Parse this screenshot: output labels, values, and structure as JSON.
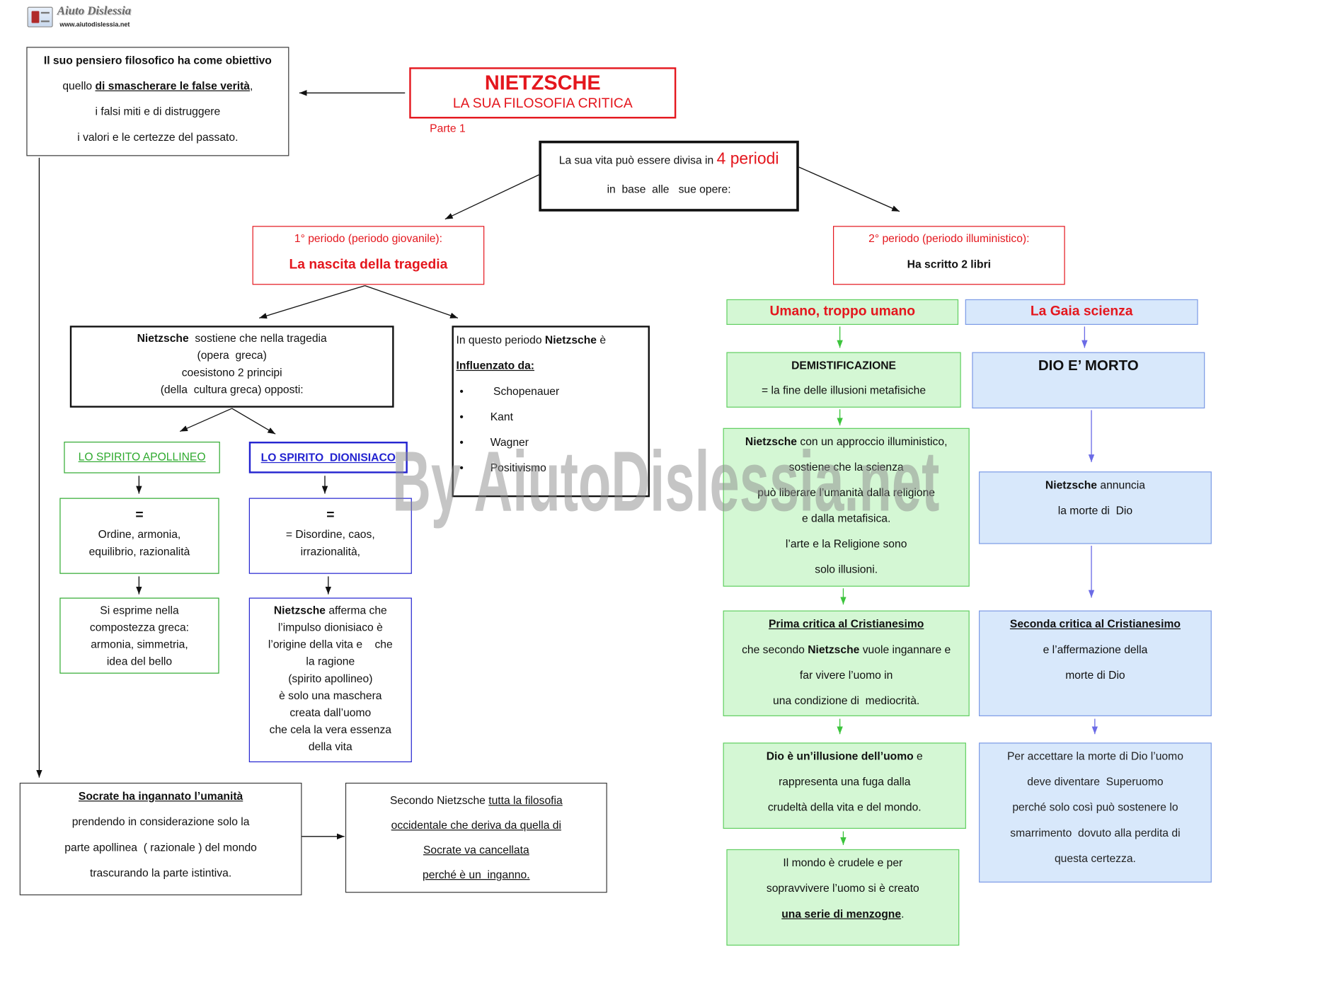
{
  "logo": {
    "name": "Aiuto Dislessia",
    "url": "www.aiutodislessia.net",
    "icon": "book-icon"
  },
  "watermark": "By AiutoDislessia.net",
  "colors": {
    "red": "#e4161d",
    "green_fill": "#d4f7d4",
    "green_border": "#62cf62",
    "blue_fill": "#d8e8fb",
    "blue_border": "#7d9be6",
    "apollineo": "#2faa2f",
    "dionisiaco": "#2323d0",
    "green_arrow": "#3cc43c",
    "blue_arrow": "#6b6be6"
  },
  "title": {
    "main": "NIETZSCHE",
    "subtitle": "LA SUA FILOSOFIA CRITICA",
    "part": "Parte 1"
  },
  "objective": {
    "line1": "Il suo pensiero filosofico ha come obiettivo",
    "line2_pre": "quello ",
    "line2_emph": "di smascherare le false verità",
    "line2_post": ",",
    "line3": "i falsi miti e di distruggere",
    "line4": "i valori e le certezze del passato."
  },
  "periods": {
    "line1_pre": "La sua vita può essere divisa in ",
    "line1_emph": "4 periodi",
    "line2": "in  base  alle   sue opere:"
  },
  "period1": {
    "heading": "1° periodo (periodo giovanile):",
    "title": "La nascita della tragedia"
  },
  "period2": {
    "heading": "2° periodo (periodo illuministico):",
    "title": "Ha scritto 2 libri"
  },
  "tragedy": {
    "line1_bold": "Nietzsche",
    "line1_rest": "  sostiene che nella tragedia",
    "line2": "(opera  greca)",
    "line3": "coesistono 2 principi",
    "line4": "(della  cultura greca) opposti:"
  },
  "influences": {
    "intro_pre": "In questo periodo ",
    "intro_bold": "Nietzsche",
    "intro_post": " è",
    "label": "Influenzato da:",
    "items": [
      " Schopenauer",
      "Kant",
      "Wagner",
      "Positivismo"
    ]
  },
  "apollineo": {
    "title": "LO SPIRITO APOLLINEO",
    "equals": "=",
    "description": [
      "Ordine, armonia,",
      "equilibrio, razionalità"
    ],
    "expression": [
      "Si esprime nella",
      "compostezza greca:",
      "armonia, simmetria,",
      "idea del bello"
    ]
  },
  "dionisiaco": {
    "title": "LO SPIRITO  DIONISIACO",
    "equals": "=",
    "description": [
      "= Disordine, caos,",
      "irrazionalità,"
    ],
    "claim_bold": "Nietzsche",
    "claim_first_rest": " afferma che",
    "claim": [
      "l’impulso dionisiaco è",
      "l’origine della vita e    che",
      "la ragione",
      "(spirito apollineo)",
      "è solo una maschera",
      "creata dall’uomo",
      "che cela la vera essenza",
      "della vita"
    ]
  },
  "socrate": {
    "heading": "Socrate ha ingannato l’umanità",
    "lines": [
      "prendendo in considerazione solo la",
      "parte apollinea  ( razionale ) del mondo",
      "trascurando la parte istintiva."
    ]
  },
  "western": {
    "line1_pre": "Secondo Nietzsche ",
    "line1_emph": "tutta la filosofia",
    "lines_emph": [
      "occidentale che deriva da quella di",
      "Socrate va cancellata",
      "perché è un  inganno."
    ]
  },
  "umano": {
    "title": "Umano, troppo umano",
    "demist_title": "DEMISTIFICAZIONE",
    "demist_text": "= la fine delle illusioni metafisiche",
    "illum_bold": "Nietzsche",
    "illum_first_rest": " con un approccio illuministico,",
    "illum": [
      "sostiene che la scienza",
      "può liberare l’umanità dalla religione",
      "e dalla metafisica.",
      "l’arte e la Religione sono",
      "solo illusioni."
    ],
    "critique_title": "Prima critica al Cristianesimo",
    "critique_l2_pre": "che secondo ",
    "critique_l2_bold": "Nietzsche",
    "critique_l2_post": " vuole ingannare e",
    "critique": [
      "far vivere l’uomo in",
      "una condizione di  mediocrità."
    ],
    "illusion_bold": "Dio è un’illusione dell’uomo",
    "illusion_post": " e",
    "illusion": [
      "rappresenta una fuga dalla",
      "crudeltà della vita e del mondo."
    ],
    "world": [
      "Il mondo è crudele e per",
      "sopravvivere l’uomo si è creato"
    ],
    "world_emph": "una serie di menzogne",
    "world_post": "."
  },
  "gaia": {
    "title": "La Gaia scienza",
    "death": "DIO E’ MORTO",
    "announce_bold": "Nietzsche",
    "announce_rest": " annuncia",
    "announce_l2": "la morte di  Dio",
    "critique_title": "Seconda critica al Cristianesimo",
    "critique": [
      "e l’affermazione della",
      "morte di Dio"
    ],
    "superman": [
      "Per accettare la morte di Dio l’uomo",
      "deve diventare  Superuomo",
      "perché solo così può sostenere lo",
      "smarrimento  dovuto alla perdita di",
      "questa certezza."
    ]
  }
}
